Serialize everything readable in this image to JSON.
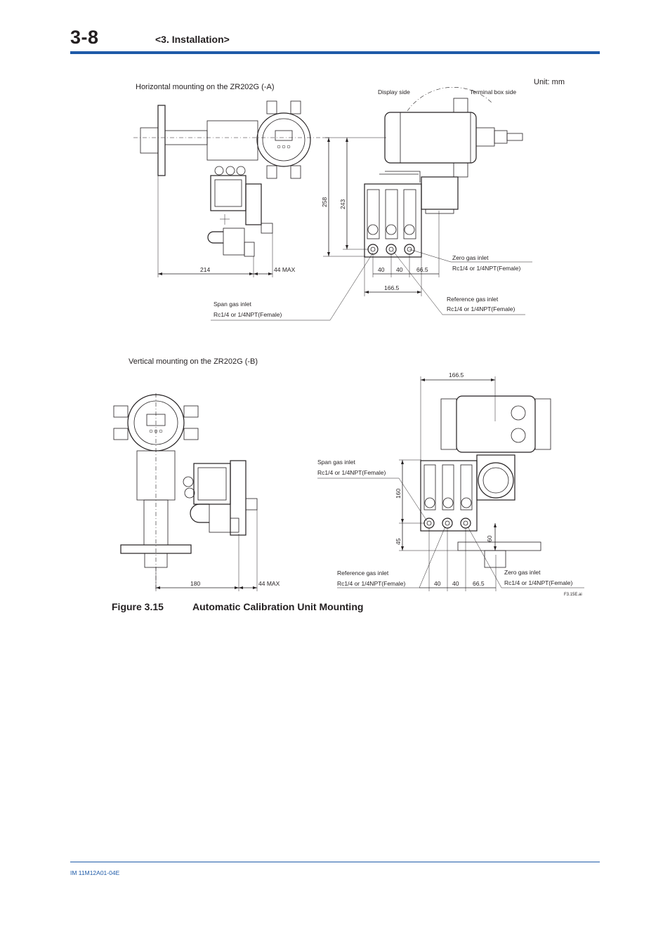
{
  "header": {
    "page_number": "3-8",
    "section": "<3. Installation>"
  },
  "figure": {
    "caption_number": "Figure 3.15",
    "caption_title": "Automatic Calibration Unit Mounting",
    "file_ref": "F3.15E.ai",
    "unit": "Unit: mm",
    "horizontal": {
      "title": "Horizontal mounting on the ZR202G (-A)",
      "display_side": "Display side",
      "terminal_side": "Terminal box side",
      "dim_214": "214",
      "dim_44max": "44  MAX",
      "dim_258": "258",
      "dim_243": "243",
      "dim_40a": "40",
      "dim_40b": "40",
      "dim_665": "66.5",
      "dim_1665": "166.5",
      "zero_title": "Zero gas inlet",
      "zero_spec": "Rc1/4 or 1/4NPT(Female)",
      "ref_title": "Reference gas inlet",
      "ref_spec": "Rc1/4 or 1/4NPT(Female)",
      "span_title": "Span gas inlet",
      "span_spec": "Rc1/4 or 1/4NPT(Female)"
    },
    "vertical": {
      "title": "Vertical mounting on the ZR202G (-B)",
      "dim_1665": "166.5",
      "dim_160": "160",
      "dim_45": "45",
      "dim_60": "60",
      "dim_180": "180",
      "dim_44max": "44  MAX",
      "dim_40a": "40",
      "dim_40b": "40",
      "dim_665": "66.5",
      "span_title": "Span gas inlet",
      "span_spec": "Rc1/4 or 1/4NPT(Female)",
      "ref_title": "Reference gas inlet",
      "ref_spec": "Rc1/4 or 1/4NPT(Female)",
      "zero_title": "Zero gas inlet",
      "zero_spec": "Rc1/4 or 1/4NPT(Female)"
    }
  },
  "footer": {
    "doc_id": "IM 11M12A01-04E"
  }
}
